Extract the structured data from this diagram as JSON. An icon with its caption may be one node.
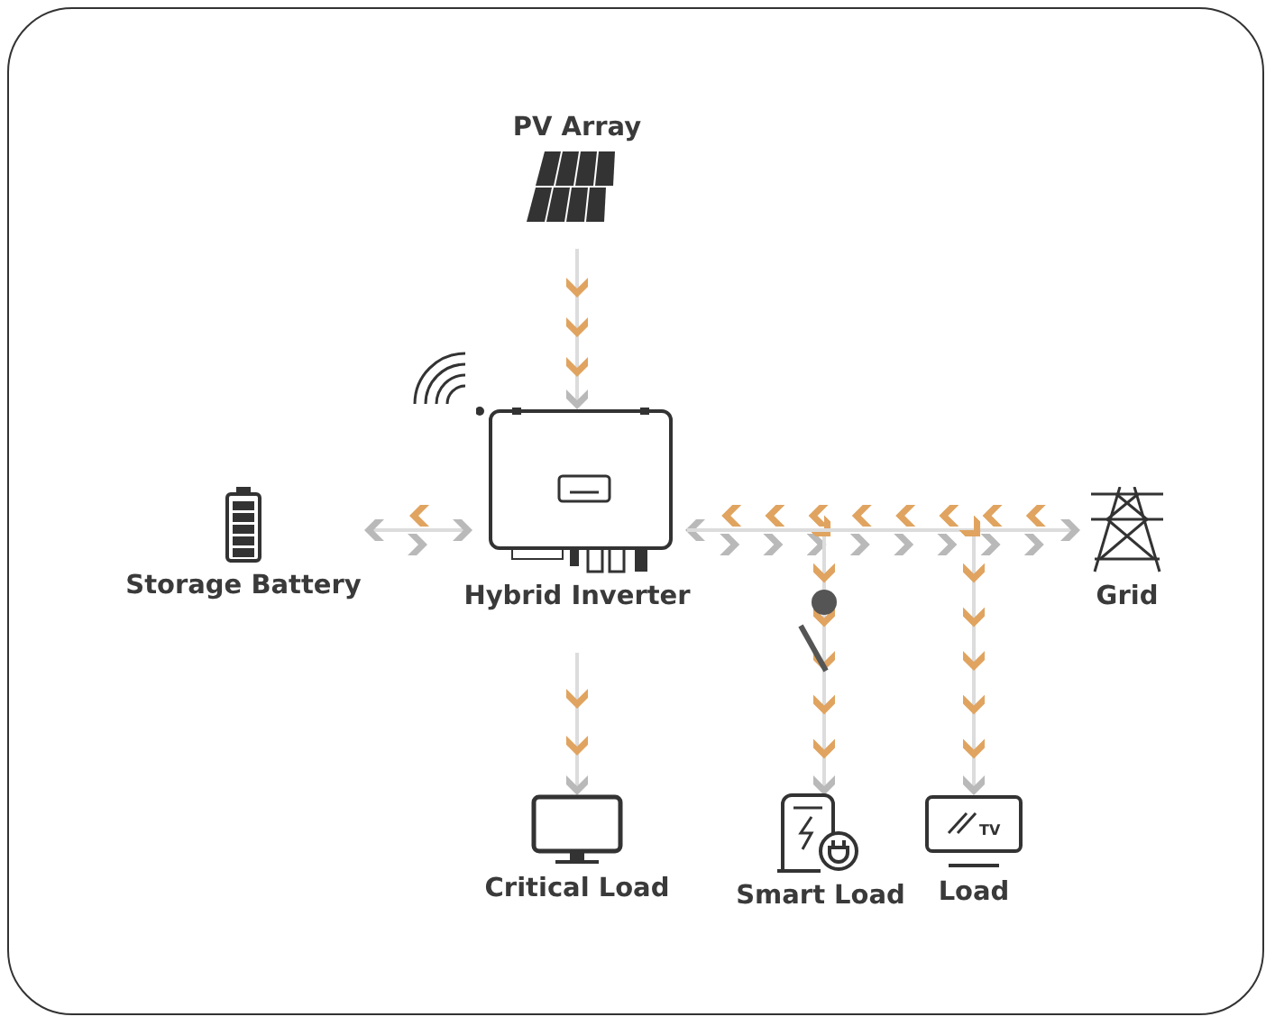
{
  "diagram": {
    "nodes": [
      {
        "text": [
          "PV Array"
        ]
      },
      {
        "text": [
          "Hybrid Inverter"
        ]
      },
      {
        "text": [
          "Storage Battery"
        ]
      },
      {
        "text": [
          "Grid"
        ]
      },
      {
        "text": [
          "Critical Load"
        ]
      },
      {
        "text": [
          "Smart Load"
        ]
      },
      {
        "text": [
          "Load"
        ]
      }
    ],
    "edges": [
      {
        "from": 0,
        "to": 1,
        "arrow": "to"
      },
      {
        "from": 2,
        "to": 1,
        "arrow": "both"
      },
      {
        "from": 1,
        "to": 3,
        "arrow": "both"
      },
      {
        "from": 1,
        "to": 4,
        "arrow": "to"
      },
      {
        "from": 1,
        "to": 5,
        "arrow": "to"
      },
      {
        "from": 1,
        "to": 6,
        "arrow": "to"
      }
    ],
    "labels": [
      "TV"
    ]
  }
}
